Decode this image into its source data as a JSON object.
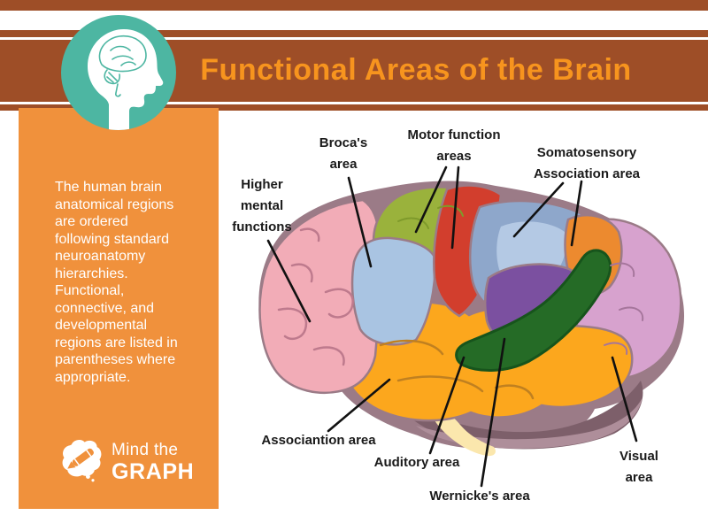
{
  "header": {
    "title": "Functional Areas of the Brain"
  },
  "sidebar": {
    "description": "The human brain\nanatomical regions\nare ordered\nfollowing standard\nneuroanatomy\nhierarchies.\nFunctional,\nconnective, and\ndevelopmental\nregions are listed in\nparentheses where\nappropriate."
  },
  "logo": {
    "line1": "Mind the",
    "line2": "GRAPH"
  },
  "diagram": {
    "labels": [
      {
        "id": "higher-mental-functions",
        "text": "Higher\nmental\nfunctions"
      },
      {
        "id": "brocas-area",
        "text": "Broca's\narea"
      },
      {
        "id": "motor-function-areas",
        "text": "Motor function\nareas"
      },
      {
        "id": "somatosensory-association-area",
        "text": "Somatosensory\nAssociation area"
      },
      {
        "id": "association-area",
        "text": "Associantion area"
      },
      {
        "id": "auditory-area",
        "text": "Auditory area"
      },
      {
        "id": "wernickes-area",
        "text": "Wernicke's area"
      },
      {
        "id": "visual-area",
        "text": "Visual area"
      }
    ],
    "region_colors": {
      "frontal_pink": "#F2ACB7",
      "premotor_green": "#9AB23C",
      "broca_blue": "#A9C4E2",
      "motor_red": "#D23E2D",
      "somatosensory_slate": "#8EA7CB",
      "parietal_orange": "#EC8A2F",
      "deep_purple": "#7B50A0",
      "wernicke_green": "#256B26",
      "temporal_amber": "#FCA71D",
      "visual_lavender": "#D7A2CE",
      "underside_mauve": "#7D5F6A",
      "underside_light": "#AE8E9A",
      "brainstem_yellow": "#FBE7AD",
      "sulci_base": "#9B7B87"
    }
  },
  "ui_colors": {
    "header_brown": "#9E4E27",
    "title_orange": "#F7941E",
    "sidebar_orange": "#F0913C",
    "badge_teal": "#4DB6A2",
    "label_black": "#1A1A1A"
  }
}
